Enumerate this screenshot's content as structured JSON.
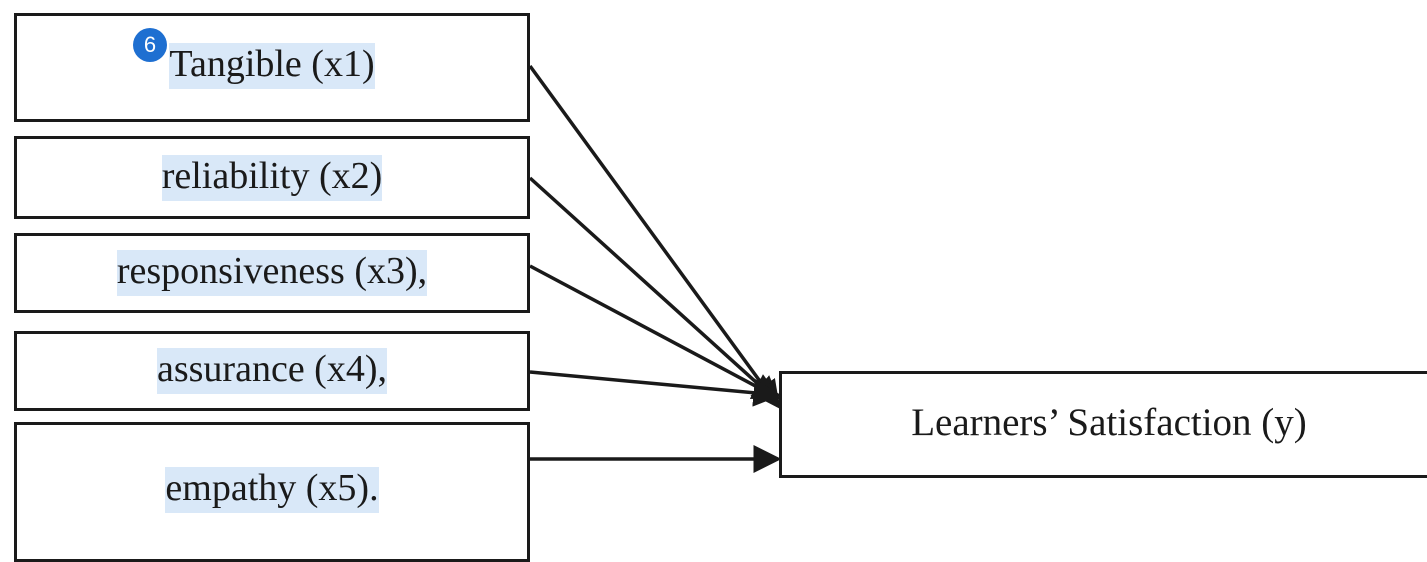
{
  "diagram": {
    "inputs": [
      {
        "id": "x1",
        "label": "Tangible (x1)"
      },
      {
        "id": "x2",
        "label": "reliability (x2)"
      },
      {
        "id": "x3",
        "label": "responsiveness (x3),"
      },
      {
        "id": "x4",
        "label": "assurance (x4),"
      },
      {
        "id": "x5",
        "label": "empathy (x5)."
      }
    ],
    "output": {
      "id": "y",
      "label": "Learners’ Satisfaction (y)"
    },
    "edges": [
      {
        "from": "x1",
        "to": "y"
      },
      {
        "from": "x2",
        "to": "y"
      },
      {
        "from": "x3",
        "to": "y"
      },
      {
        "from": "x4",
        "to": "y"
      },
      {
        "from": "x5",
        "to": "y"
      }
    ],
    "badge": {
      "text": "6",
      "color": "#1e6fd1"
    },
    "highlight_color": "#d9e8f8",
    "line_color": "#1a1a1a"
  }
}
